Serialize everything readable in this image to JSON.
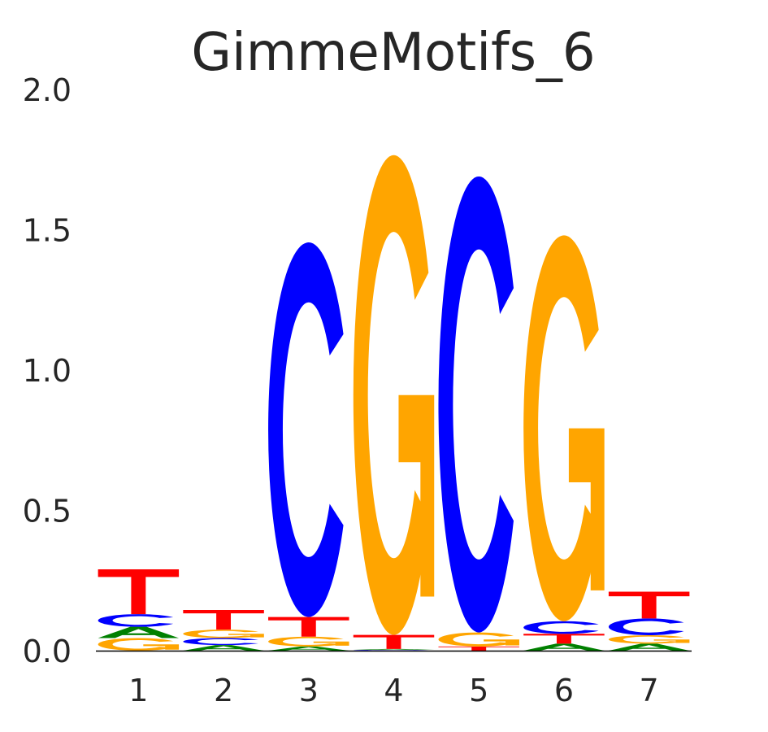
{
  "chart_data": {
    "type": "sequence-logo",
    "title": "GimmeMotifs_6",
    "xlabel": "",
    "ylabel": "",
    "ylim": [
      0,
      2.0
    ],
    "yticks": [
      "0.0",
      "0.5",
      "1.0",
      "1.5",
      "2.0"
    ],
    "yticks_values": [
      0,
      0.5,
      1.0,
      1.5,
      2.0
    ],
    "categories": [
      "1",
      "2",
      "3",
      "4",
      "5",
      "6",
      "7"
    ],
    "colors": {
      "A": "#008000",
      "C": "#0000ff",
      "G": "#ffa500",
      "T": "#ff0000"
    },
    "positions": [
      {
        "stack": [
          [
            "G",
            0.045
          ],
          [
            "A",
            0.04
          ],
          [
            "C",
            0.045
          ],
          [
            "T",
            0.16
          ]
        ]
      },
      {
        "stack": [
          [
            "A",
            0.02
          ],
          [
            "C",
            0.025
          ],
          [
            "G",
            0.03
          ],
          [
            "T",
            0.07
          ]
        ]
      },
      {
        "stack": [
          [
            "A",
            0.015
          ],
          [
            "G",
            0.035
          ],
          [
            "T",
            0.07
          ],
          [
            "C",
            1.335
          ]
        ]
      },
      {
        "stack": [
          [
            "C",
            0.003
          ],
          [
            "A",
            0.003
          ],
          [
            "T",
            0.05
          ],
          [
            "G",
            1.71
          ]
        ]
      },
      {
        "stack": [
          [
            "T",
            0.015
          ],
          [
            "G",
            0.05
          ],
          [
            "C",
            1.625
          ]
        ]
      },
      {
        "stack": [
          [
            "A",
            0.025
          ],
          [
            "T",
            0.035
          ],
          [
            "C",
            0.045
          ],
          [
            "G",
            1.375
          ]
        ]
      },
      {
        "stack": [
          [
            "A",
            0.025
          ],
          [
            "G",
            0.03
          ],
          [
            "C",
            0.06
          ],
          [
            "T",
            0.095
          ]
        ]
      }
    ]
  }
}
